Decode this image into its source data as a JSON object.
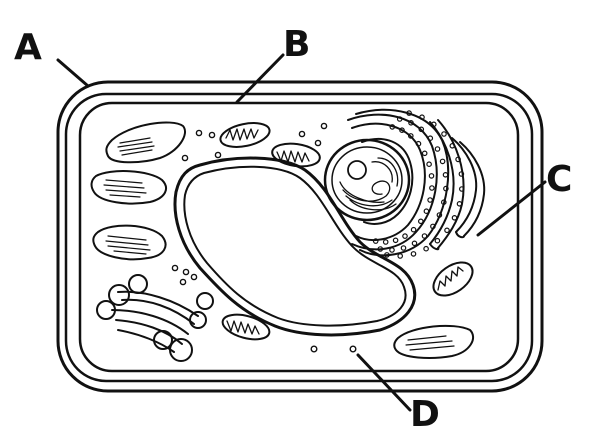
{
  "labels": {
    "a": "A",
    "b": "B",
    "c": "C",
    "d": "D"
  },
  "colors": {
    "line": "#111111",
    "fill": "#ffffff",
    "shade": "#e9e9e9"
  }
}
